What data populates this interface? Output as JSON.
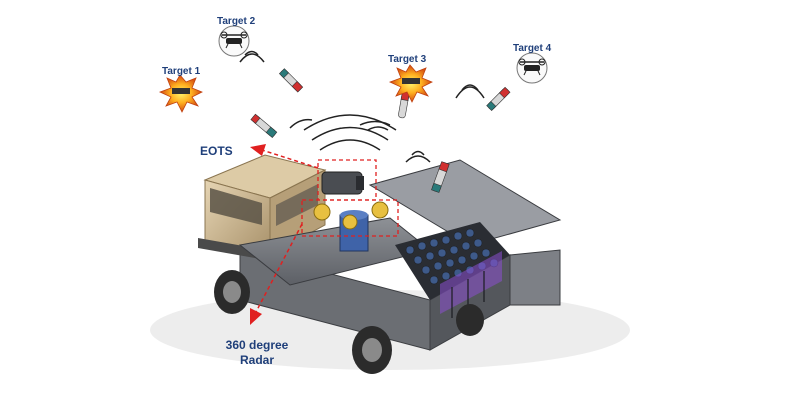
{
  "targets": [
    {
      "label": "Target 1",
      "status": "destroyed"
    },
    {
      "label": "Target 2",
      "status": "drone"
    },
    {
      "label": "Target 3",
      "status": "destroyed"
    },
    {
      "label": "Target 4",
      "status": "drone"
    }
  ],
  "sensors": {
    "eots_label": "EOTS",
    "radar_line1": "360 degree",
    "radar_line2": "Radar"
  },
  "colors": {
    "label_text": "#1f3f7a",
    "pointer_red": "#e02020",
    "truck_cab": "#c9b48e",
    "truck_body": "#7c7f84",
    "missile_tubes": "#2a2d33",
    "magazine_glow": "#8a4fd0"
  }
}
